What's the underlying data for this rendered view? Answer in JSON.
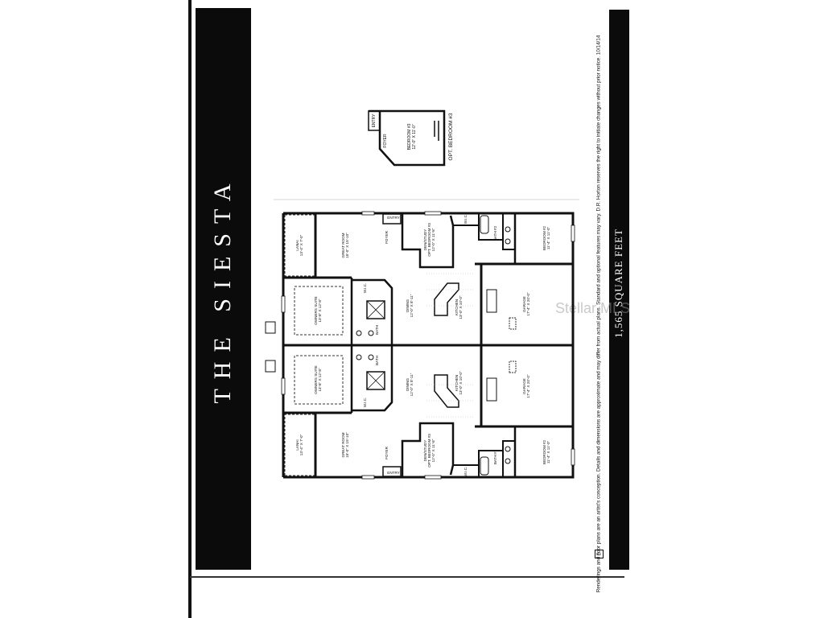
{
  "title": "THE SIESTA",
  "square_feet": "1,565 SQUARE FEET",
  "disclaimer": "Renderings and floor plans are an artist's conception. Details and dimensions are approximate and may differ from actual plans. Standard and optional features may vary. D.R. Horton reserves the right to initiate changes without prior notice. 10/14/14",
  "watermark": "Stellar MLS",
  "rooms": {
    "lanai": {
      "name": "LANAI",
      "dim": "13'-4\" X 7'-0\""
    },
    "great_room": {
      "name": "GREAT ROOM",
      "dim": "15'-0\" X 15'-10\""
    },
    "foyer": {
      "name": "FOYER"
    },
    "entry": {
      "name": "ENTRY"
    },
    "den": {
      "name": "DEN/STUDY",
      "name2": "OPT. BEDROOM #3",
      "dim": "12'-0\" X 11'-8\""
    },
    "wic": {
      "name": "W.I.C."
    },
    "bath2": {
      "name": "BATH #2"
    },
    "bedroom2": {
      "name": "BEDROOM #2",
      "dim": "11'-4\" X 11'-0\""
    },
    "owners_suite": {
      "name": "OWNERS SUITE",
      "dim": "13'-8\" X 12'-8\""
    },
    "bath": {
      "name": "BATH"
    },
    "dining": {
      "name": "DINING",
      "dim": "12'-0\" X 8'-11\""
    },
    "kitchen": {
      "name": "KITCHEN",
      "dim": "13'-0\" X 10'-0\""
    },
    "garage": {
      "name": "GARAGE",
      "dim": "17'-4\" X 20'-0\""
    }
  },
  "option": {
    "label": "OPT. BEDROOM #3",
    "bedroom": "BEDROOM #3",
    "dim": "12'-0\" X 11'-0\"",
    "foyer": "FOYER",
    "entry": "ENTRY"
  }
}
